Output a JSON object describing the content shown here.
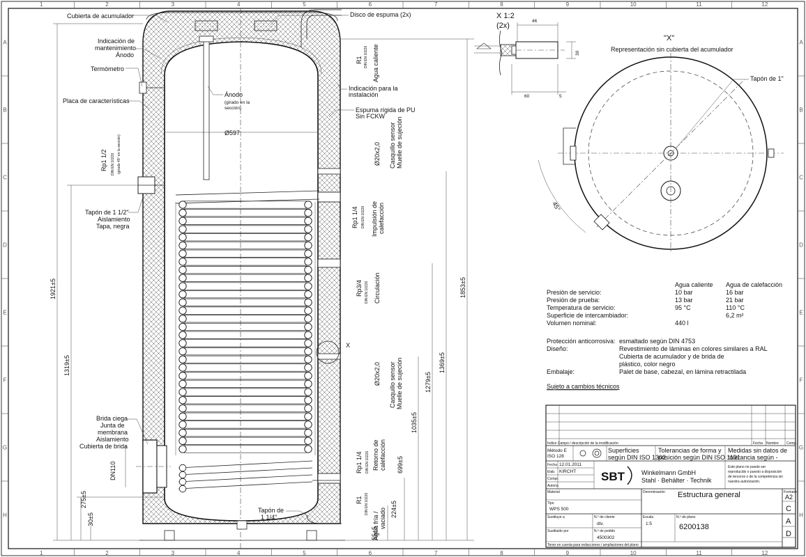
{
  "grid": {
    "columns": [
      "1",
      "2",
      "3",
      "4",
      "5",
      "6",
      "7",
      "8",
      "9",
      "10",
      "11",
      "12"
    ],
    "rows": [
      "A",
      "B",
      "C",
      "D",
      "E",
      "F",
      "G",
      "H"
    ]
  },
  "left_labels": {
    "cover": "Cubierta de acumulador",
    "maintenance_1": "Indicación de",
    "maintenance_2": "mantenimiento",
    "maintenance_3": "Ánodo",
    "thermometer": "Termómetro",
    "rating_plate": "Placa de características",
    "plug_1": "Tapón de 1 1/2\"",
    "plug_2": "Aislamiento",
    "plug_3": "Tapa, negra",
    "flange_1": "Brida ciega",
    "flange_2": "Junta de",
    "flange_3": "membrana",
    "flange_4": "Aislamiento",
    "flange_5": "Cubierta de brida"
  },
  "inner_labels": {
    "anode_1": "Ánodo",
    "anode_2": "(girado en la",
    "anode_3": "sección)",
    "diameter": "Ø597",
    "plug14_1": "Tapón de",
    "plug14_2": "1 1/4\""
  },
  "right_labels": {
    "foam_disc": "Disco de espuma (2x)",
    "install_1": "Indicación para la",
    "install_2": "instalación",
    "foam_1": "Espuma rígida de PU",
    "foam_2": "Sin FCKW",
    "r1_top": "R1",
    "din_1": "DIN EN 10226",
    "hot_water": "Agua caliente",
    "sensor_1a": "Ø20x2,0",
    "sensor_1b": "Casquillo sensor",
    "sensor_1c": "Muelle de sujeción",
    "rp114_a": "Rp1 1/4",
    "din_2": "DIN EN 10226",
    "heat_flow_1": "Impulsión de",
    "heat_flow_2": "calefacción",
    "rp34": "Rp3/4",
    "din_3": "DIN EN 10226",
    "circulation": "Circulación",
    "x_mark": "X",
    "sensor_2a": "Ø20x2,0",
    "sensor_2b": "Casquillo sensor",
    "sensor_2c": "Muelle de sujeción",
    "rp114_b": "Rp1 1/4",
    "din_4": "DIN EN 10226",
    "heat_ret_1": "Retorno de",
    "heat_ret_2": "calefacción",
    "r1_bot": "R1",
    "din_5": "DIN EN 10226",
    "cold_1": "Agua fría /",
    "cold_2": "vaciado",
    "rp112": "Rp1 1/2",
    "din_6": "DIN EN 10226",
    "din_6b": "(girado 45° en la sección)",
    "dn110": "DN110"
  },
  "dimensions": {
    "d1921": "1921±5",
    "d1853": "1853±5",
    "d1369": "1369±5",
    "d1319": "1319±5",
    "d1279": "1279±5",
    "d1035": "1035±5",
    "d699": "699±5",
    "d275": "275±5",
    "d224": "224±5",
    "d55": "55±5",
    "d30": "30±5"
  },
  "detail_x": {
    "scale_1": "X 1:2",
    "scale_2": "(2x)",
    "d46": "46",
    "d30": "30",
    "d60": "60",
    "d5": "5"
  },
  "top_view": {
    "title_1": "\"X\"",
    "title_2": "Representación sin cubierta del acumulador",
    "plug": "Tapón de 1\"",
    "angle": "45°"
  },
  "specs": {
    "col_hot": "Agua caliente",
    "col_heat": "Agua de calefacción",
    "rows": [
      {
        "label": "Presión de servicio:",
        "hot": "10 bar",
        "heat": "16 bar"
      },
      {
        "label": "Presión de prueba:",
        "hot": "13 bar",
        "heat": "21 bar"
      },
      {
        "label": "Temperatura de servicio:",
        "hot": "95 °C",
        "heat": "110 °C"
      },
      {
        "label": "Superficie de intercambiador:",
        "hot": "",
        "heat": "6,2 m²"
      },
      {
        "label": "Volumen nominal:",
        "hot": "440 l",
        "heat": ""
      }
    ]
  },
  "materials": {
    "corrosion_label": "Protección anticorrosiva:",
    "corrosion_value": "esmaltado según DIN 4753",
    "design_label": "Diseño:",
    "design_1": "Revestimiento de láminas en colores similares a RAL",
    "design_2": "Cubierta de acumulador y de brida de",
    "design_3": "plástico, color negro",
    "pack_label": "Embalaje:",
    "pack_value": "Palet de base, cabezal, en lámina retractilada",
    "subject": "Sujeto a cambios técnicos"
  },
  "title_block": {
    "rev_header": "Índice   Campo / descripción de la modificación",
    "rev_date": "Fecha",
    "rev_name": "Nombre",
    "rev_comp": "Comp.",
    "method_1": "Método E",
    "method_2": "ISO 128",
    "surfaces_1": "Superficies",
    "surfaces_2": "según DIN ISO 1302",
    "tolerances_1": "Tolerancias de forma y",
    "tolerances_2": "posición según DIN ISO 1101",
    "measures_1": "Medidas sin datos de",
    "measures_2": "tolerancia según -",
    "f_fecha": "Fecha",
    "v_fecha": "12.01.2011",
    "f_elab": "Elab.",
    "v_elab": "KIRCHT",
    "f_compr": "Compr.",
    "f_autoriz": "Autoriz.",
    "company_1": "Winkelmann GmbH",
    "company_2": "Stahl · Behälter · Technik",
    "logo": "SBT",
    "notice_1": "Este plano no puede ser",
    "notice_2": "reproducido o puesto a disposición",
    "notice_3": "de terceros o de la competencia sin",
    "notice_4": "nuestra autorización.",
    "f_material": "Material",
    "f_denominacion": "Denominación",
    "title": "Estructura general",
    "f_formato": "Formato",
    "v_formato": "A2",
    "f_tipo": "Tipo",
    "v_tipo": "WPS 500",
    "f_sust_a": "Sustituye a",
    "f_cliente": "N.º de cliente",
    "v_cliente": "dtv.",
    "f_escala": "Escala",
    "v_escala": "1:5",
    "f_plano": "N.º de plano",
    "v_plano": "6200138",
    "f_sust_por": "Sustituido por",
    "f_pedido": "N.º de pedido",
    "v_pedido": "4500302",
    "f_footer": "Tener en cuenta para redacciones / ampliaciones del plano",
    "cad_c": "C",
    "cad_a": "A",
    "cad_d": "D"
  }
}
